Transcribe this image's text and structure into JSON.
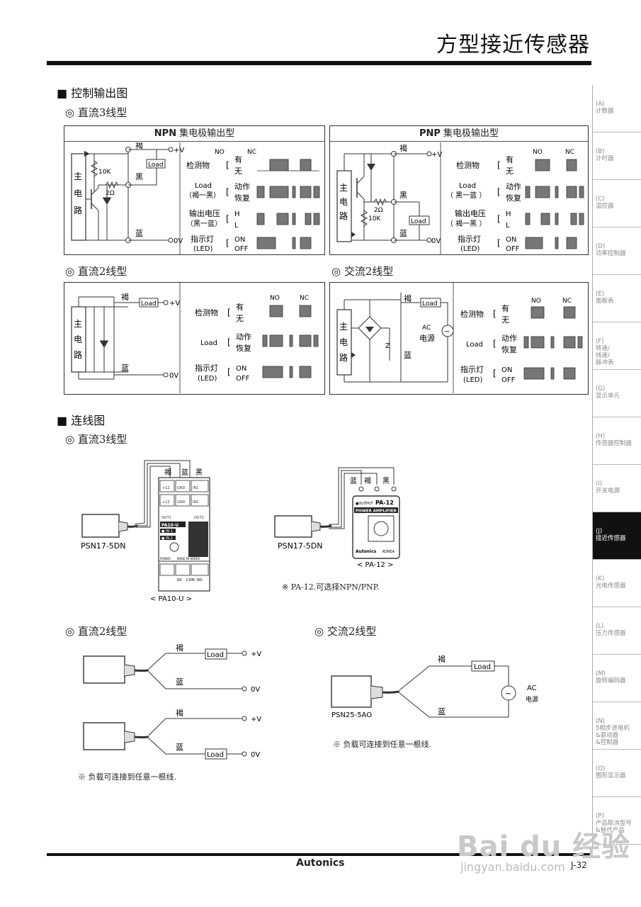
{
  "header": {
    "title": "方型接近传感器"
  },
  "section_output": {
    "heading": "■ 控制输出图",
    "dc3_title": "◎ 直流3线型",
    "dc2_title": "◎ 直流2线型",
    "ac2_title": "◎ 交流2线型"
  },
  "npn": {
    "head_bold": "NPN",
    "head_rest": " 集电极输出型"
  },
  "pnp": {
    "head_bold": "PNP",
    "head_rest": " 集电极输出型"
  },
  "circuit": {
    "brown": "褐",
    "black": "黑",
    "blue": "蓝",
    "vplus": "+V",
    "zero_v": "0V",
    "load": "Load",
    "r10k": "10K",
    "r2": "2Ω",
    "main1": "主",
    "main2": "电",
    "main3": "路",
    "ac": "AC",
    "ac_src": "电源"
  },
  "timing": {
    "no": "NO",
    "nc": "NC",
    "detect": "检测物",
    "has": "有",
    "none": "无",
    "load": "Load",
    "load_npn": "（褐一黑）",
    "load_pnp": "（ 黑一蓝 ）",
    "act": "动作",
    "reset": "恢复",
    "outv": "输出电压",
    "outv_npn": "（黑一蓝）",
    "outv_pnp": "（ 褐一黑 ）",
    "h": "H",
    "l": "L",
    "lamp": "指示灯",
    "led": "(LED)",
    "on": "ON",
    "off": "OFF"
  },
  "section_wiring": {
    "heading": "■ 连线图",
    "dc3_title": "◎ 直流3线型",
    "dc2_title": "◎ 直流2线型",
    "ac2_title": "◎ 交流2线型"
  },
  "wiring": {
    "psn17": "PSN17-5DN",
    "psn25": "PSN25-5AO",
    "pa10": "< PA10-U >",
    "pa12": "< PA-12 >",
    "pa12_name": "PA-12",
    "pa12_output": "●OUTPUT",
    "pa12_amp": "POWER AMPLIFIER",
    "pa12_brand": "Autonics",
    "pa12_korea": "KOREA",
    "pa10_name": "PA10-U",
    "in1": "● IN 1",
    "in2": "● IN 2",
    "made": "MADE IN KOREA",
    "power": "POWER",
    "t12": "+12",
    "gnd": "GND",
    "in1t": "IN1",
    "out1": "OUT1",
    "in2t": "IN2",
    "out2": "OUT2",
    "nc": "NC",
    "com": "COM",
    "no": "NO",
    "note_pa12": "※ PA-12.可选择NPN/PNP.",
    "note_load": "※ 负载可连接到任意一根线."
  },
  "sidebar": [
    {
      "code": "(A)",
      "label": "计数器"
    },
    {
      "code": "(B)",
      "label": "计时器"
    },
    {
      "code": "(C)",
      "label": "温控器"
    },
    {
      "code": "(D)",
      "label": "功率控制器"
    },
    {
      "code": "(E)",
      "label": "面板表"
    },
    {
      "code": "(F)",
      "label": "转速/\n线速/\n脉冲表"
    },
    {
      "code": "(G)",
      "label": "显示单元"
    },
    {
      "code": "(H)",
      "label": "传感器控制器"
    },
    {
      "code": "(I)",
      "label": "开关电源"
    },
    {
      "code": "(J)",
      "label": "接近传感器"
    },
    {
      "code": "(K)",
      "label": "光电传感器"
    },
    {
      "code": "(L)",
      "label": "压力传感器"
    },
    {
      "code": "(M)",
      "label": "旋转编码器"
    },
    {
      "code": "(N)",
      "label": "5相步进电机\n&驱动器\n&控制器"
    },
    {
      "code": "(O)",
      "label": "图形显示器"
    },
    {
      "code": "(P)",
      "label": "产品取消型号\n&替代产品"
    }
  ],
  "footer": {
    "brand": "Autonics",
    "page": "J-32",
    "wm1": "Bai du 经验",
    "wm2": "jingyan.baidu.com"
  }
}
